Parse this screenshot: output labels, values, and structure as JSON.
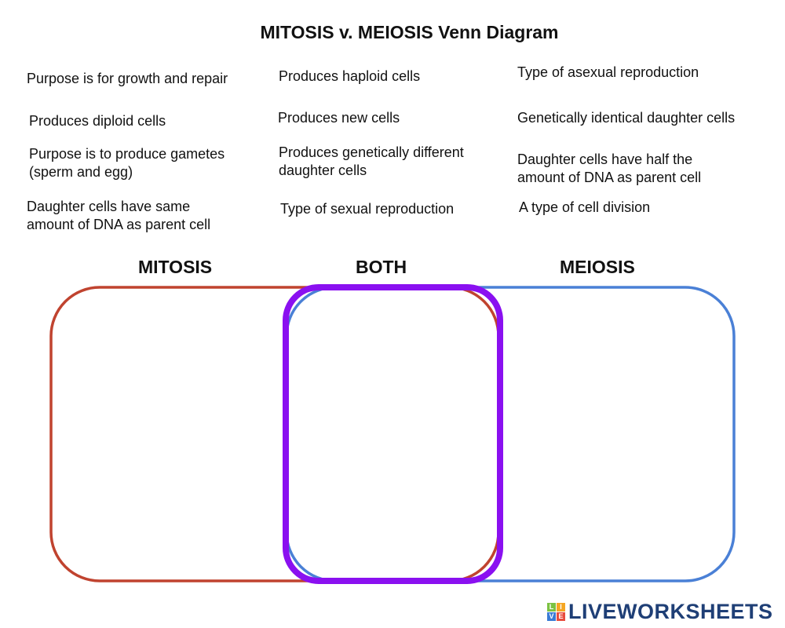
{
  "title": "MITOSIS v. MEIOSIS Venn Diagram",
  "cards": [
    {
      "text": "Purpose is for growth and repair"
    },
    {
      "text": "Produces diploid cells"
    },
    {
      "text": "Purpose is to produce gametes\n(sperm and egg)"
    },
    {
      "text": "Daughter cells have same\namount of DNA as parent cell"
    },
    {
      "text": "Produces haploid cells"
    },
    {
      "text": "Produces new cells"
    },
    {
      "text": "Produces genetically different\ndaughter cells"
    },
    {
      "text": "Type of sexual reproduction"
    },
    {
      "text": "Type of asexual reproduction"
    },
    {
      "text": "Genetically identical daughter cells"
    },
    {
      "text": "Daughter cells have half the\namount of DNA as parent cell"
    },
    {
      "text": "A type of cell division"
    }
  ],
  "labels": {
    "mitosis": "MITOSIS",
    "both": "BOTH",
    "meiosis": "MEIOSIS"
  },
  "colors": {
    "mitosis": "#c0432f",
    "meiosis": "#4a80d6",
    "both": "#8a10f0"
  },
  "brand": {
    "logo_letters": [
      "L",
      "I",
      "V",
      "E"
    ],
    "name": "LIVEWORKSHEETS"
  }
}
